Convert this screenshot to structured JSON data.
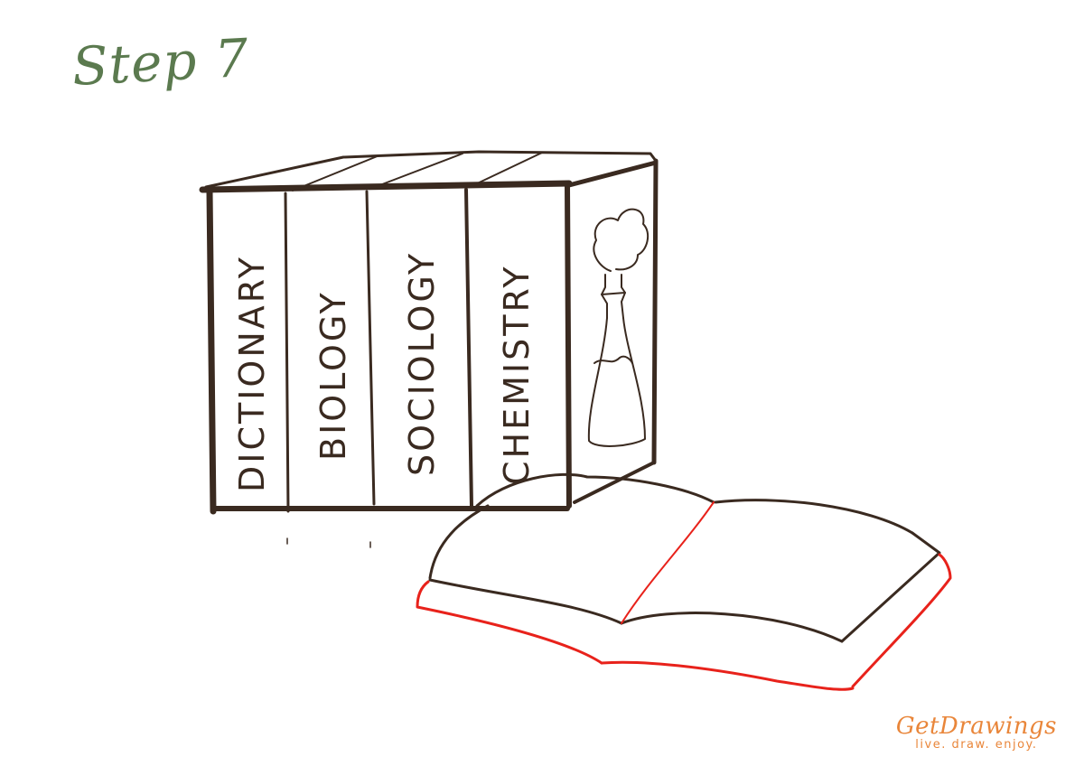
{
  "step": {
    "title": "Step 7"
  },
  "books": {
    "spines": [
      {
        "label": "DICTIONARY"
      },
      {
        "label": "BIOLOGY"
      },
      {
        "label": "SOCIOLOGY"
      },
      {
        "label": "CHEMISTRY"
      }
    ],
    "side_icon": "flask-icon"
  },
  "open_book": {
    "highlight_color": "#e8221b",
    "stroke_color": "#3a2a20"
  },
  "logo": {
    "name": "GetDrawings",
    "tagline": "live. draw. enjoy."
  }
}
